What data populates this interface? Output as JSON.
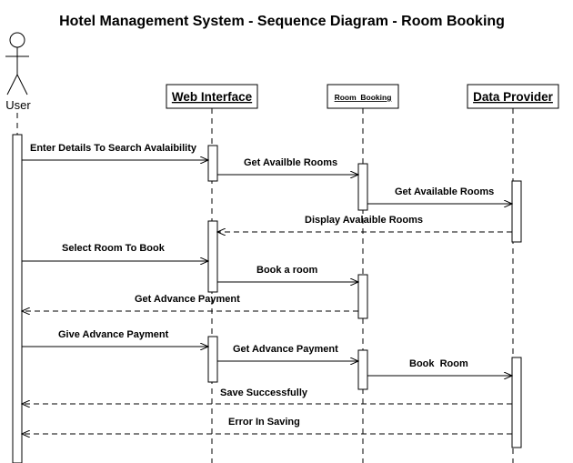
{
  "title": "Hotel Management System - Sequence Diagram - Room Booking",
  "participants": {
    "user": "User",
    "web_interface": "Web Interface",
    "room_booking": "Room  Booking",
    "data_provider": "Data Provider"
  },
  "messages": [
    {
      "label": "Enter Details To Search Avalaibility",
      "from": "user",
      "to": "web_interface",
      "style": "solid"
    },
    {
      "label": "Get Availble Rooms",
      "from": "web_interface",
      "to": "room_booking",
      "style": "solid"
    },
    {
      "label": "Get Available Rooms",
      "from": "room_booking",
      "to": "data_provider",
      "style": "solid"
    },
    {
      "label": "Display Avalaible Rooms",
      "from": "data_provider",
      "to": "web_interface",
      "style": "dashed"
    },
    {
      "label": "Select Room To Book",
      "from": "user",
      "to": "web_interface",
      "style": "solid"
    },
    {
      "label": "Book a room",
      "from": "web_interface",
      "to": "room_booking",
      "style": "solid"
    },
    {
      "label": "Get Advance Payment",
      "from": "room_booking",
      "to": "user",
      "style": "dashed"
    },
    {
      "label": "Give Advance Payment",
      "from": "user",
      "to": "web_interface",
      "style": "solid"
    },
    {
      "label": "Get Advance Payment",
      "from": "web_interface",
      "to": "room_booking",
      "style": "solid"
    },
    {
      "label": "Book  Room",
      "from": "room_booking",
      "to": "data_provider",
      "style": "solid"
    },
    {
      "label": "Save Successfully",
      "from": "data_provider",
      "to": "user",
      "style": "dashed"
    },
    {
      "label": "Error In Saving",
      "from": "data_provider",
      "to": "user",
      "style": "dashed"
    }
  ]
}
